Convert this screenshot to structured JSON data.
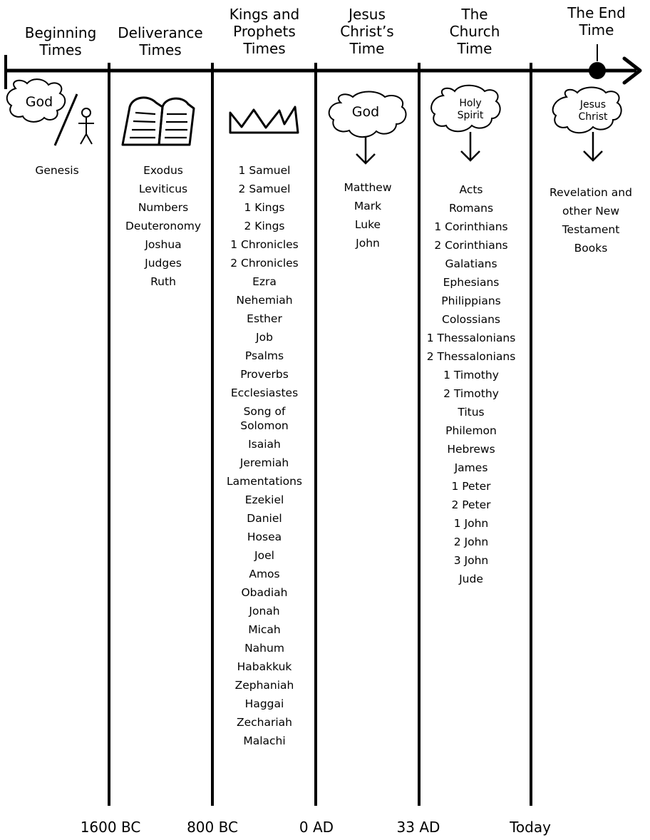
{
  "periods": [
    {
      "title_lines": [
        "Beginning",
        "Times"
      ],
      "icon_label": "God",
      "books": [
        "Genesis"
      ]
    },
    {
      "title_lines": [
        "Deliverance",
        "Times"
      ],
      "books": [
        "Exodus",
        "Leviticus",
        "Numbers",
        "Deuteronomy",
        "Joshua",
        "Judges",
        "Ruth"
      ]
    },
    {
      "title_lines": [
        "Kings and",
        "Prophets",
        "Times"
      ],
      "books": [
        "1 Samuel",
        "2 Samuel",
        "1 Kings",
        "2 Kings",
        "1 Chronicles",
        "2 Chronicles",
        "Ezra",
        "Nehemiah",
        "Esther",
        "Job",
        "Psalms",
        "Proverbs",
        "Ecclesiastes",
        "Song of Solomon",
        "Isaiah",
        "Jeremiah",
        "Lamentations",
        "Ezekiel",
        "Daniel",
        "Hosea",
        "Joel",
        "Amos",
        "Obadiah",
        "Jonah",
        "Micah",
        "Nahum",
        "Habakkuk",
        "Zephaniah",
        "Haggai",
        "Zechariah",
        "Malachi"
      ]
    },
    {
      "title_lines": [
        "Jesus",
        "Christ’s",
        "Time"
      ],
      "icon_label": "God",
      "books": [
        "Matthew",
        "Mark",
        "Luke",
        "John"
      ]
    },
    {
      "title_lines": [
        "The",
        "Church",
        "Time"
      ],
      "icon_label_lines": [
        "Holy",
        "Spirit"
      ],
      "books": [
        "Acts",
        "Romans",
        "1 Corinthians",
        "2 Corinthians",
        "Galatians",
        "Ephesians",
        "Philippians",
        "Colossians",
        "1 Thessalonians",
        "2 Thessalonians",
        "1 Timothy",
        "2 Timothy",
        "Titus",
        "Philemon",
        "Hebrews",
        "James",
        "1 Peter",
        "2 Peter",
        "1 John",
        "2 John",
        "3 John",
        "Jude"
      ]
    },
    {
      "title_lines": [
        "The End",
        "Time"
      ],
      "icon_label_lines": [
        "Jesus",
        "Christ"
      ],
      "books": [
        "Revelation and",
        "other New",
        "Testament",
        "Books"
      ]
    }
  ],
  "dates": [
    "1600 BC",
    "800 BC",
    "0 AD",
    "33 AD",
    "Today"
  ]
}
